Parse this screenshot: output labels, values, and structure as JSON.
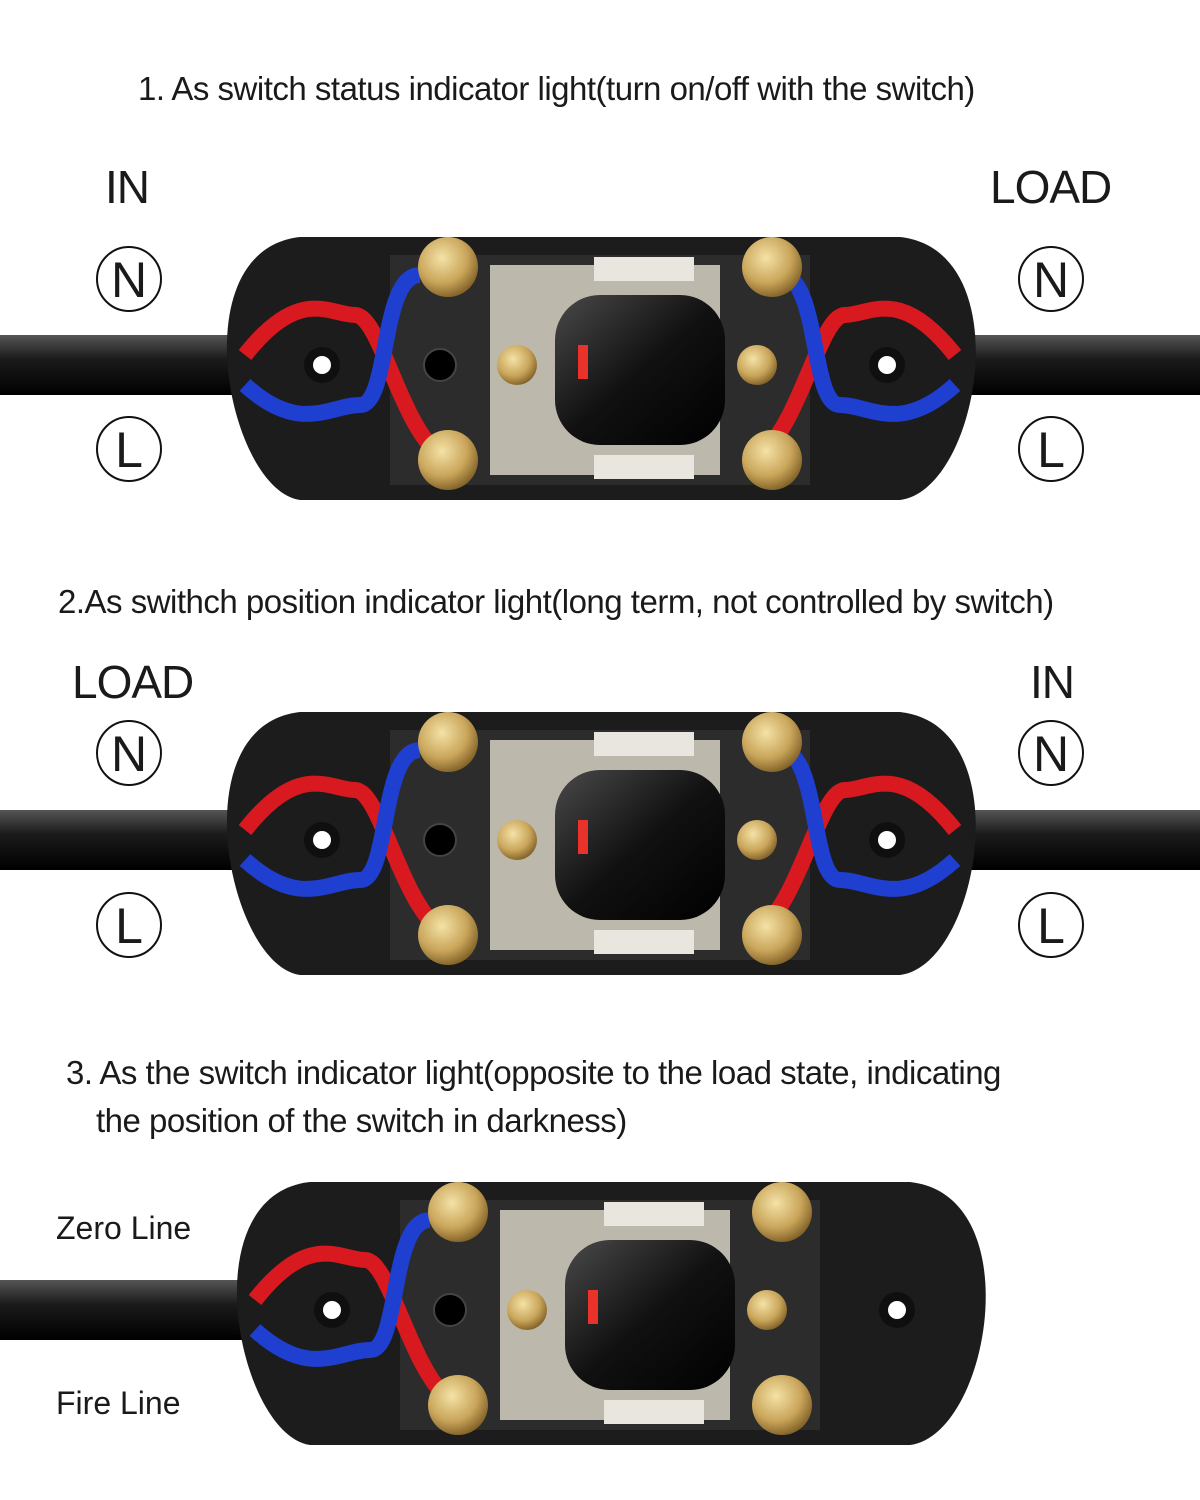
{
  "captions": {
    "c1": "1. As switch status indicator light(turn on/off with the switch)",
    "c2": "2.As swithch position indicator light(long term, not controlled by switch)",
    "c3_line1": "3. As the switch indicator light(opposite to the load state, indicating",
    "c3_line2": "the position of the switch in darkness)"
  },
  "diagram1": {
    "left_label": "IN",
    "right_label": "LOAD"
  },
  "diagram2": {
    "left_label": "LOAD",
    "right_label": "IN"
  },
  "diagram3": {
    "top_label": "Zero  Line",
    "bottom_label": "Fire  Line"
  },
  "terminals": {
    "neutral": "N",
    "live": "L"
  },
  "colors": {
    "blue_wire": "#1f3fd1",
    "red_wire": "#d8191f",
    "housing": "#262626",
    "brass": "#c9a55a",
    "indicator": "#e8322a"
  }
}
